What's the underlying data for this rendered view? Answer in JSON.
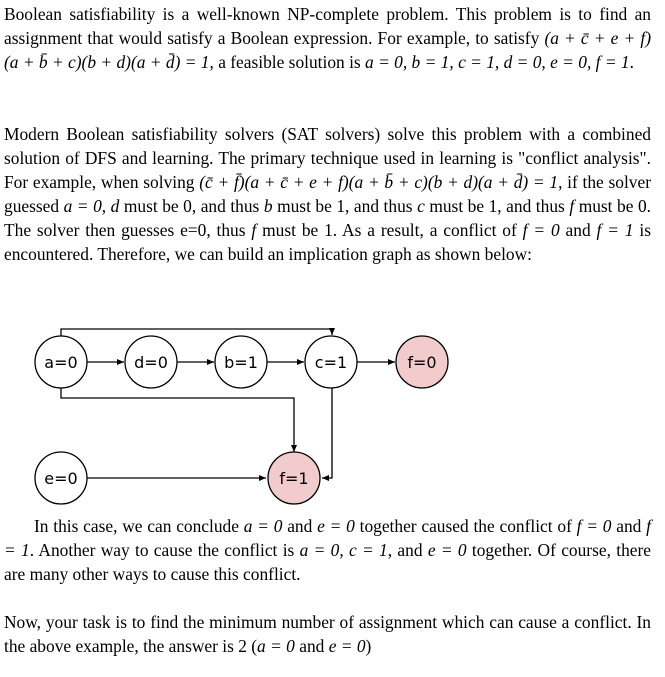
{
  "p1": {
    "t1": "Boolean satisfiability is a well-known NP-complete problem. This problem is to find an assignment that would satisfy a Boolean expression. For example, to satisfy ",
    "expr": "(a + c̄ + e + f)(a + b̄ + c)(b + d)(a + d̄) = 1",
    "t2": ", a feasible solution is ",
    "sol": "a = 0, b = 1, c = 1, d = 0, e = 0, f = 1",
    "t3": "."
  },
  "p2": {
    "t1": "Modern Boolean satisfiability solvers (SAT solvers) solve this problem with a combined solution of DFS and learning. The primary technique used in learning is \"conflict analysis\". For example, when solving ",
    "expr": "(c̄ + f̄)(a + c̄ + e + f)(a + b̄ + c)(b + d)(a + d̄) = 1",
    "t2": ", if the solver guessed ",
    "a0": "a = 0",
    "t3": ", ",
    "d": "d",
    "t4": " must be 0, and thus ",
    "b": "b",
    "t5": " must be 1, and thus ",
    "c": "c",
    "t6": " must be 1, and thus ",
    "f": "f",
    "t7": " must be 0. The solver then guesses e=0, thus ",
    "f2": "f",
    "t8": " must be 1. As a result, a conflict of ",
    "f0": "f = 0",
    "t9": " and ",
    "f1": "f = 1",
    "t10": " is encountered. Therefore, we can build an implication graph as shown below:"
  },
  "graph": {
    "nodes": [
      {
        "id": "a",
        "label": "a=0",
        "fill": "#ffffff"
      },
      {
        "id": "d",
        "label": "d=0",
        "fill": "#ffffff"
      },
      {
        "id": "b",
        "label": "b=1",
        "fill": "#ffffff"
      },
      {
        "id": "c",
        "label": "c=1",
        "fill": "#ffffff"
      },
      {
        "id": "f0",
        "label": "f=0",
        "fill": "#f2cccc"
      },
      {
        "id": "e",
        "label": "e=0",
        "fill": "#ffffff"
      },
      {
        "id": "f1",
        "label": "f=1",
        "fill": "#f2cccc"
      }
    ]
  },
  "p3": {
    "t1": "In this case, we can conclude ",
    "m1": "a = 0",
    "t2": " and ",
    "m2": "e = 0",
    "t3": " together caused the conflict of ",
    "m3": "f = 0",
    "t4": " and ",
    "m4": "f = 1",
    "t5": ". Another way to cause the conflict is ",
    "m5": "a = 0, c = 1",
    "t6": ", and ",
    "m6": "e = 0",
    "t7": " together. Of course, there are many other ways to cause this conflict."
  },
  "p4": {
    "t1": "Now, your task is to find the minimum number of assignment which can cause a conflict. In the above example, the answer is 2 (",
    "m1": "a = 0",
    "t2": " and ",
    "m2": "e = 0",
    "t3": ")"
  }
}
